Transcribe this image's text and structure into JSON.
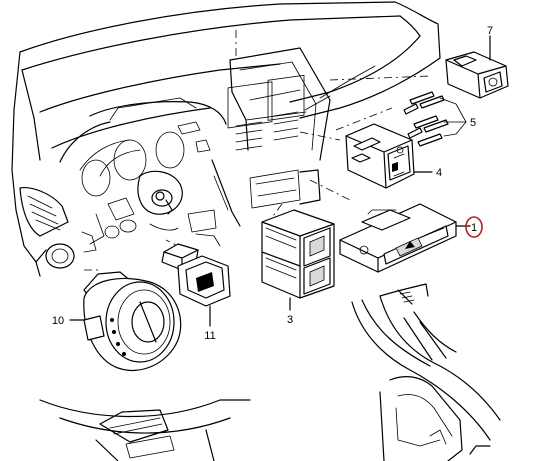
{
  "diagram": {
    "callouts": [
      {
        "id": "c1",
        "label": "1",
        "highlighted": true
      },
      {
        "id": "c3",
        "label": "3"
      },
      {
        "id": "c4",
        "label": "4"
      },
      {
        "id": "c5",
        "label": "5"
      },
      {
        "id": "c7",
        "label": "7"
      },
      {
        "id": "c10",
        "label": "10"
      },
      {
        "id": "c11",
        "label": "11"
      }
    ],
    "highlight_color": "#b41e1e"
  }
}
